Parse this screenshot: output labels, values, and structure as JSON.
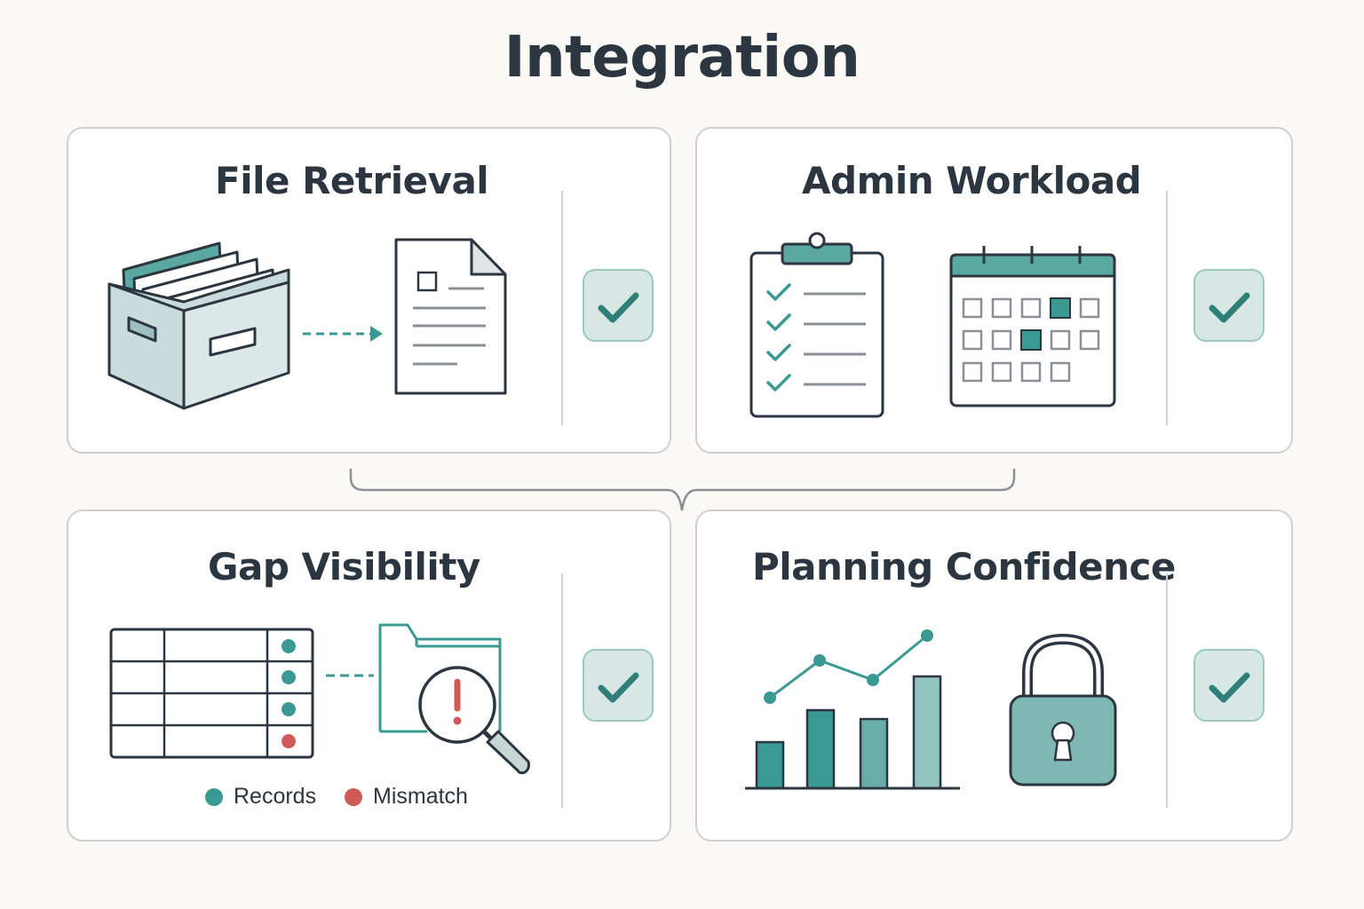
{
  "title": "Integration",
  "colors": {
    "teal": "#3b9994",
    "teal_light": "#d3e6e3",
    "dark": "#2b3640",
    "red": "#d05a57",
    "border": "#cfcfcf"
  },
  "cards": [
    {
      "title": "File Retrieval",
      "icons": [
        "file-box-icon",
        "arrow-icon",
        "document-icon"
      ],
      "status_icon": "checkmark-icon"
    },
    {
      "title": "Admin Workload",
      "icons": [
        "clipboard-checklist-icon",
        "calendar-icon"
      ],
      "status_icon": "checkmark-icon"
    },
    {
      "title": "Gap Visibility",
      "icons": [
        "table-icon",
        "folder-magnifier-alert-icon"
      ],
      "status_icon": "checkmark-icon"
    },
    {
      "title": "Planning Confidence",
      "icons": [
        "bar-line-chart-icon",
        "padlock-icon"
      ],
      "status_icon": "checkmark-icon"
    }
  ],
  "legend": [
    {
      "label": "Records",
      "color": "#3b9994"
    },
    {
      "label": "Mismatch",
      "color": "#d05a57"
    }
  ]
}
